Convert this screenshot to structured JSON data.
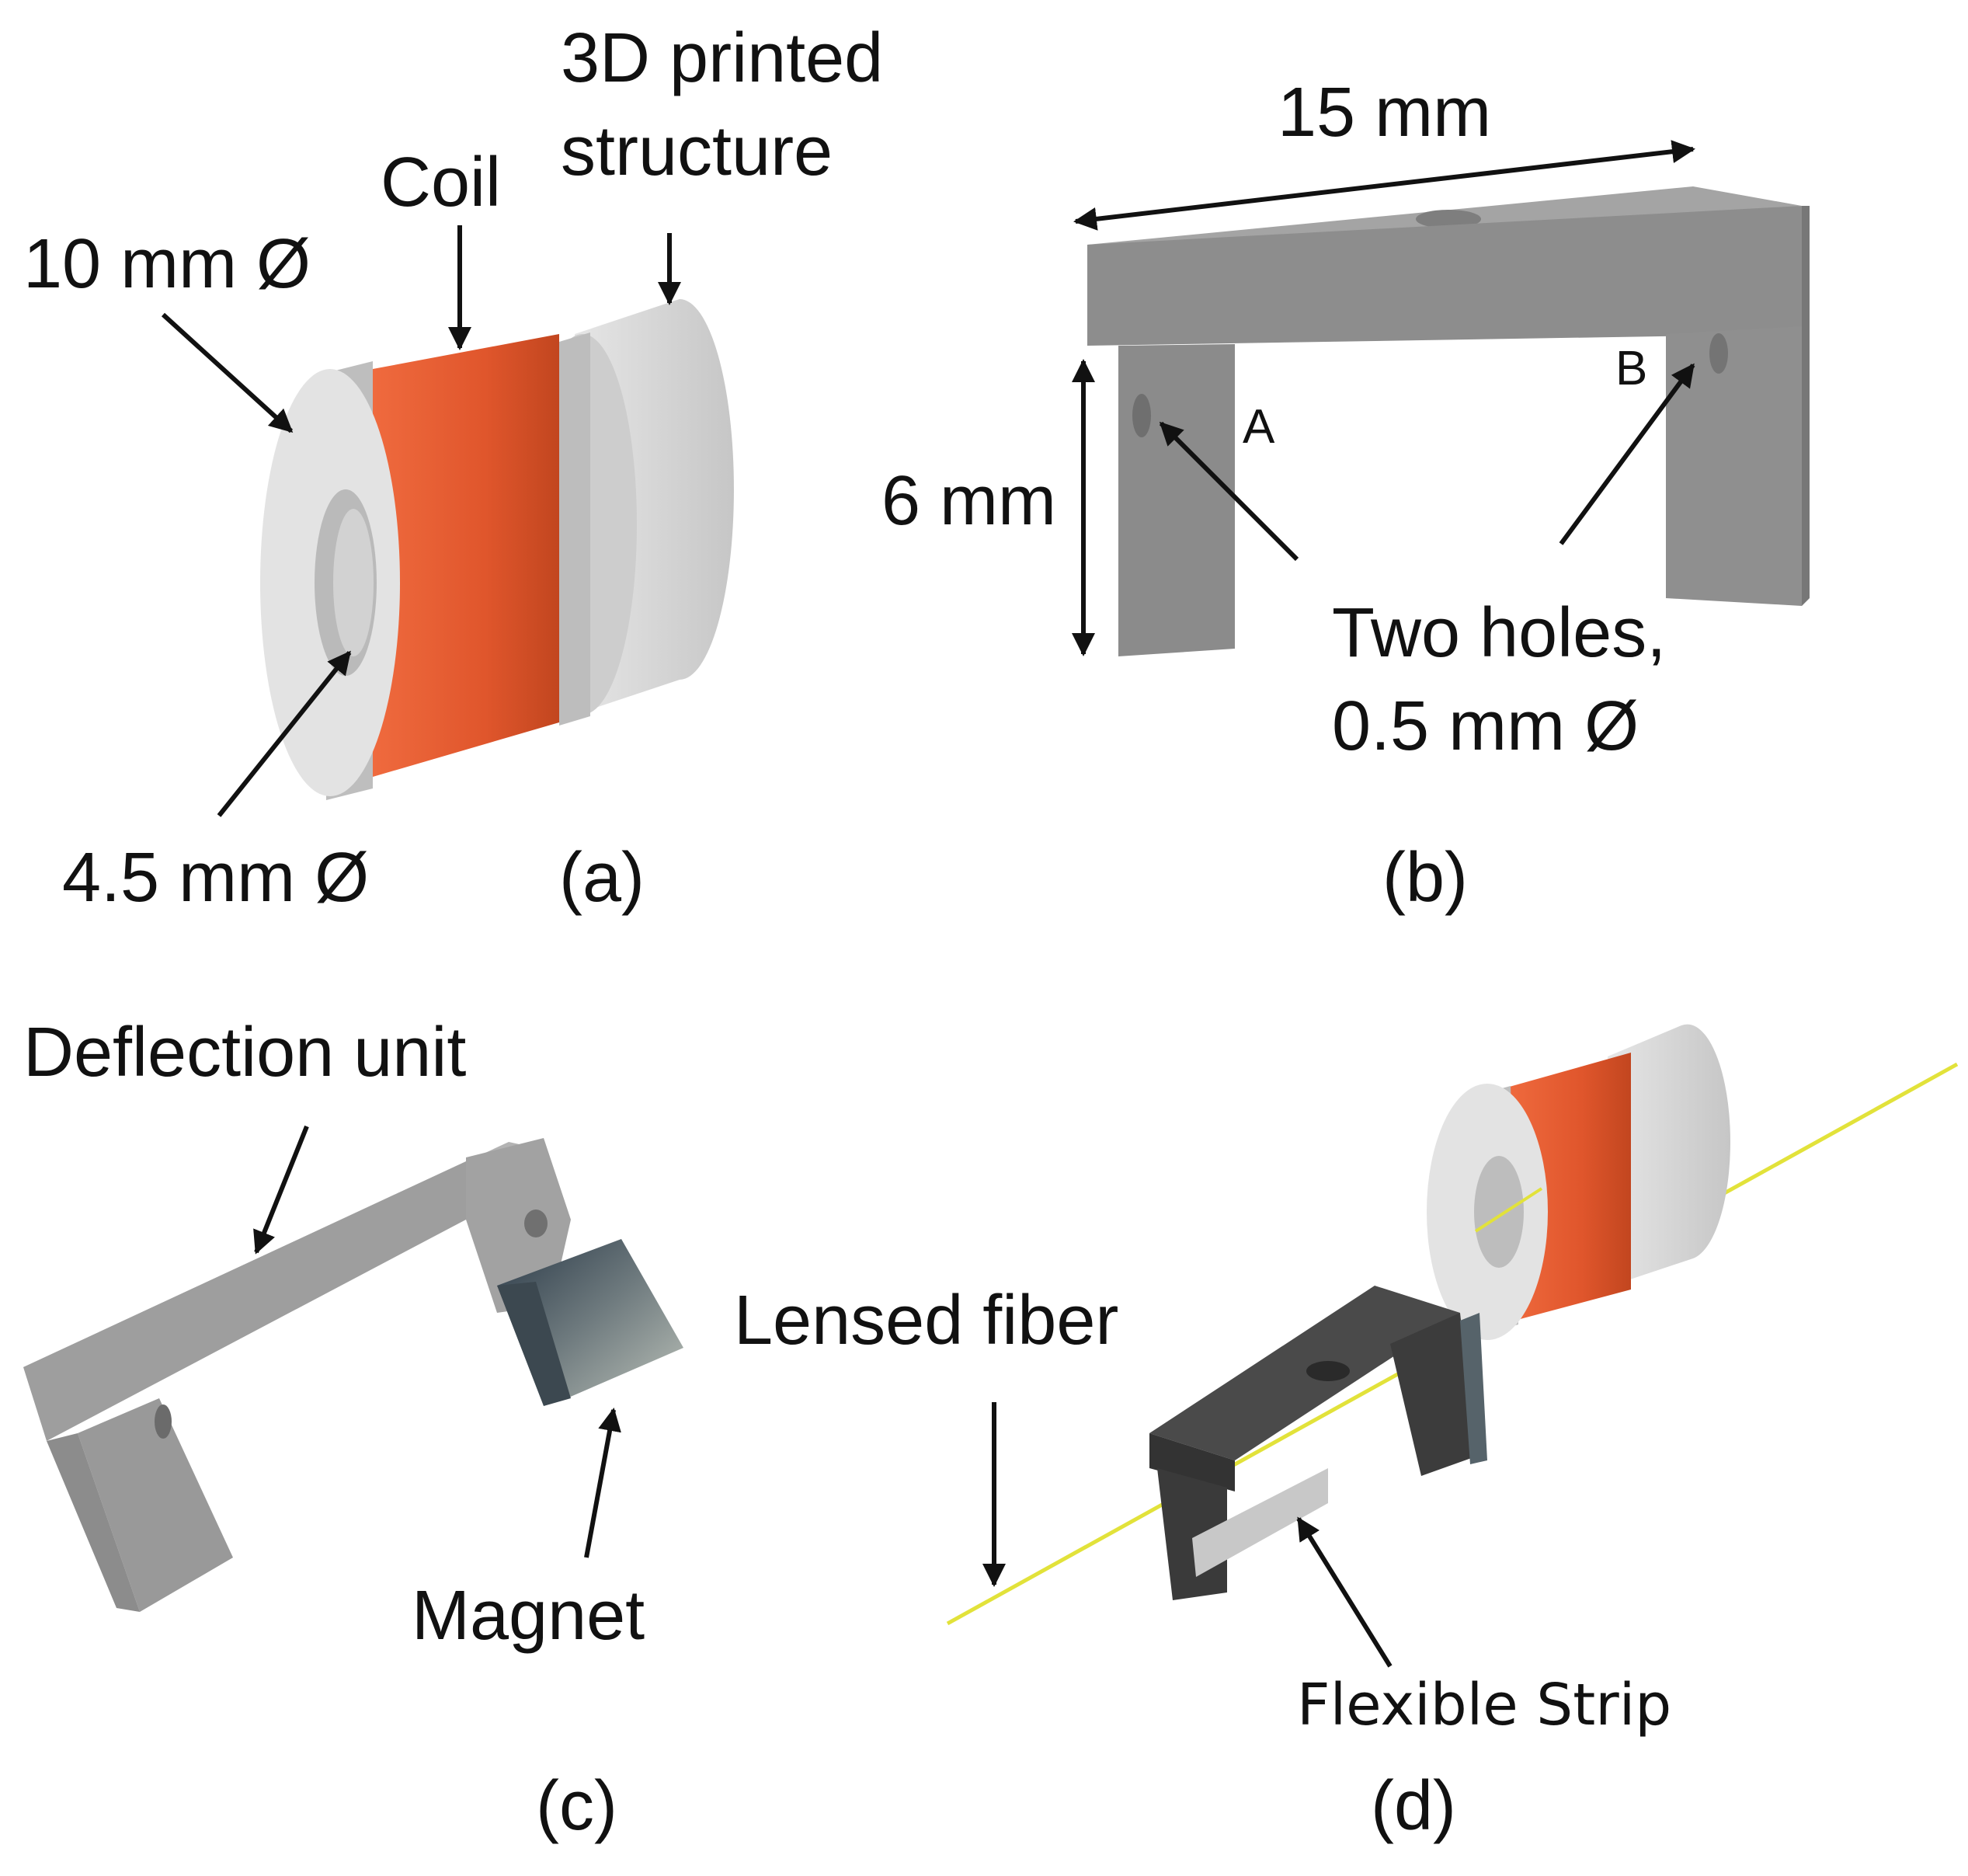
{
  "panel_a": {
    "caption": "(a)",
    "label_structure_line1": "3D printed",
    "label_structure_line2": "structure",
    "label_coil": "Coil",
    "label_outer_diameter": "10 mm Ø",
    "label_inner_diameter": "4.5 mm Ø"
  },
  "panel_b": {
    "caption": "(b)",
    "label_width": "15 mm",
    "label_height": "6 mm",
    "label_hole_a": "A",
    "label_hole_b": "B",
    "label_holes_line1": "Two holes,",
    "label_holes_line2": "0.5 mm Ø"
  },
  "panel_c": {
    "caption": "(c)",
    "label_deflection_unit": "Deflection unit",
    "label_magnet": "Magnet"
  },
  "panel_d": {
    "caption": "(d)",
    "label_lensed_fiber": "Lensed fiber",
    "label_flexible_strip": "Flexible Strip"
  },
  "colors": {
    "coil": "#E2582F",
    "printed_part": "#D4D4D4",
    "bracket_gray": "#8C8C8C",
    "bracket_dark": "#3A3A3A",
    "fiber": "#E2E23A"
  }
}
